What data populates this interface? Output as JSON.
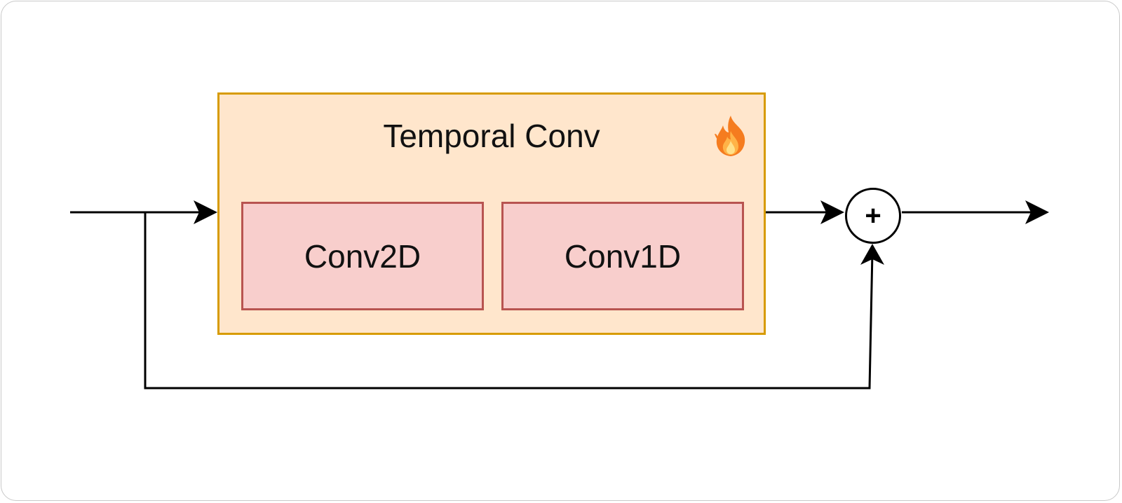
{
  "diagram": {
    "outer_block": {
      "title": "Temporal Conv",
      "icon": "fire-icon",
      "fill": "#ffe6cc",
      "stroke": "#d79b00"
    },
    "inner_blocks": [
      {
        "label": "Conv2D",
        "fill": "#f8cecc",
        "stroke": "#b85450"
      },
      {
        "label": "Conv1D",
        "fill": "#f8cecc",
        "stroke": "#b85450"
      }
    ],
    "sum_node": {
      "symbol": "+"
    },
    "edges": [
      {
        "from": "input",
        "to": "temporal-conv"
      },
      {
        "from": "input",
        "to": "sum-node",
        "kind": "residual-skip"
      },
      {
        "from": "temporal-conv",
        "to": "sum-node"
      },
      {
        "from": "sum-node",
        "to": "output"
      }
    ]
  }
}
